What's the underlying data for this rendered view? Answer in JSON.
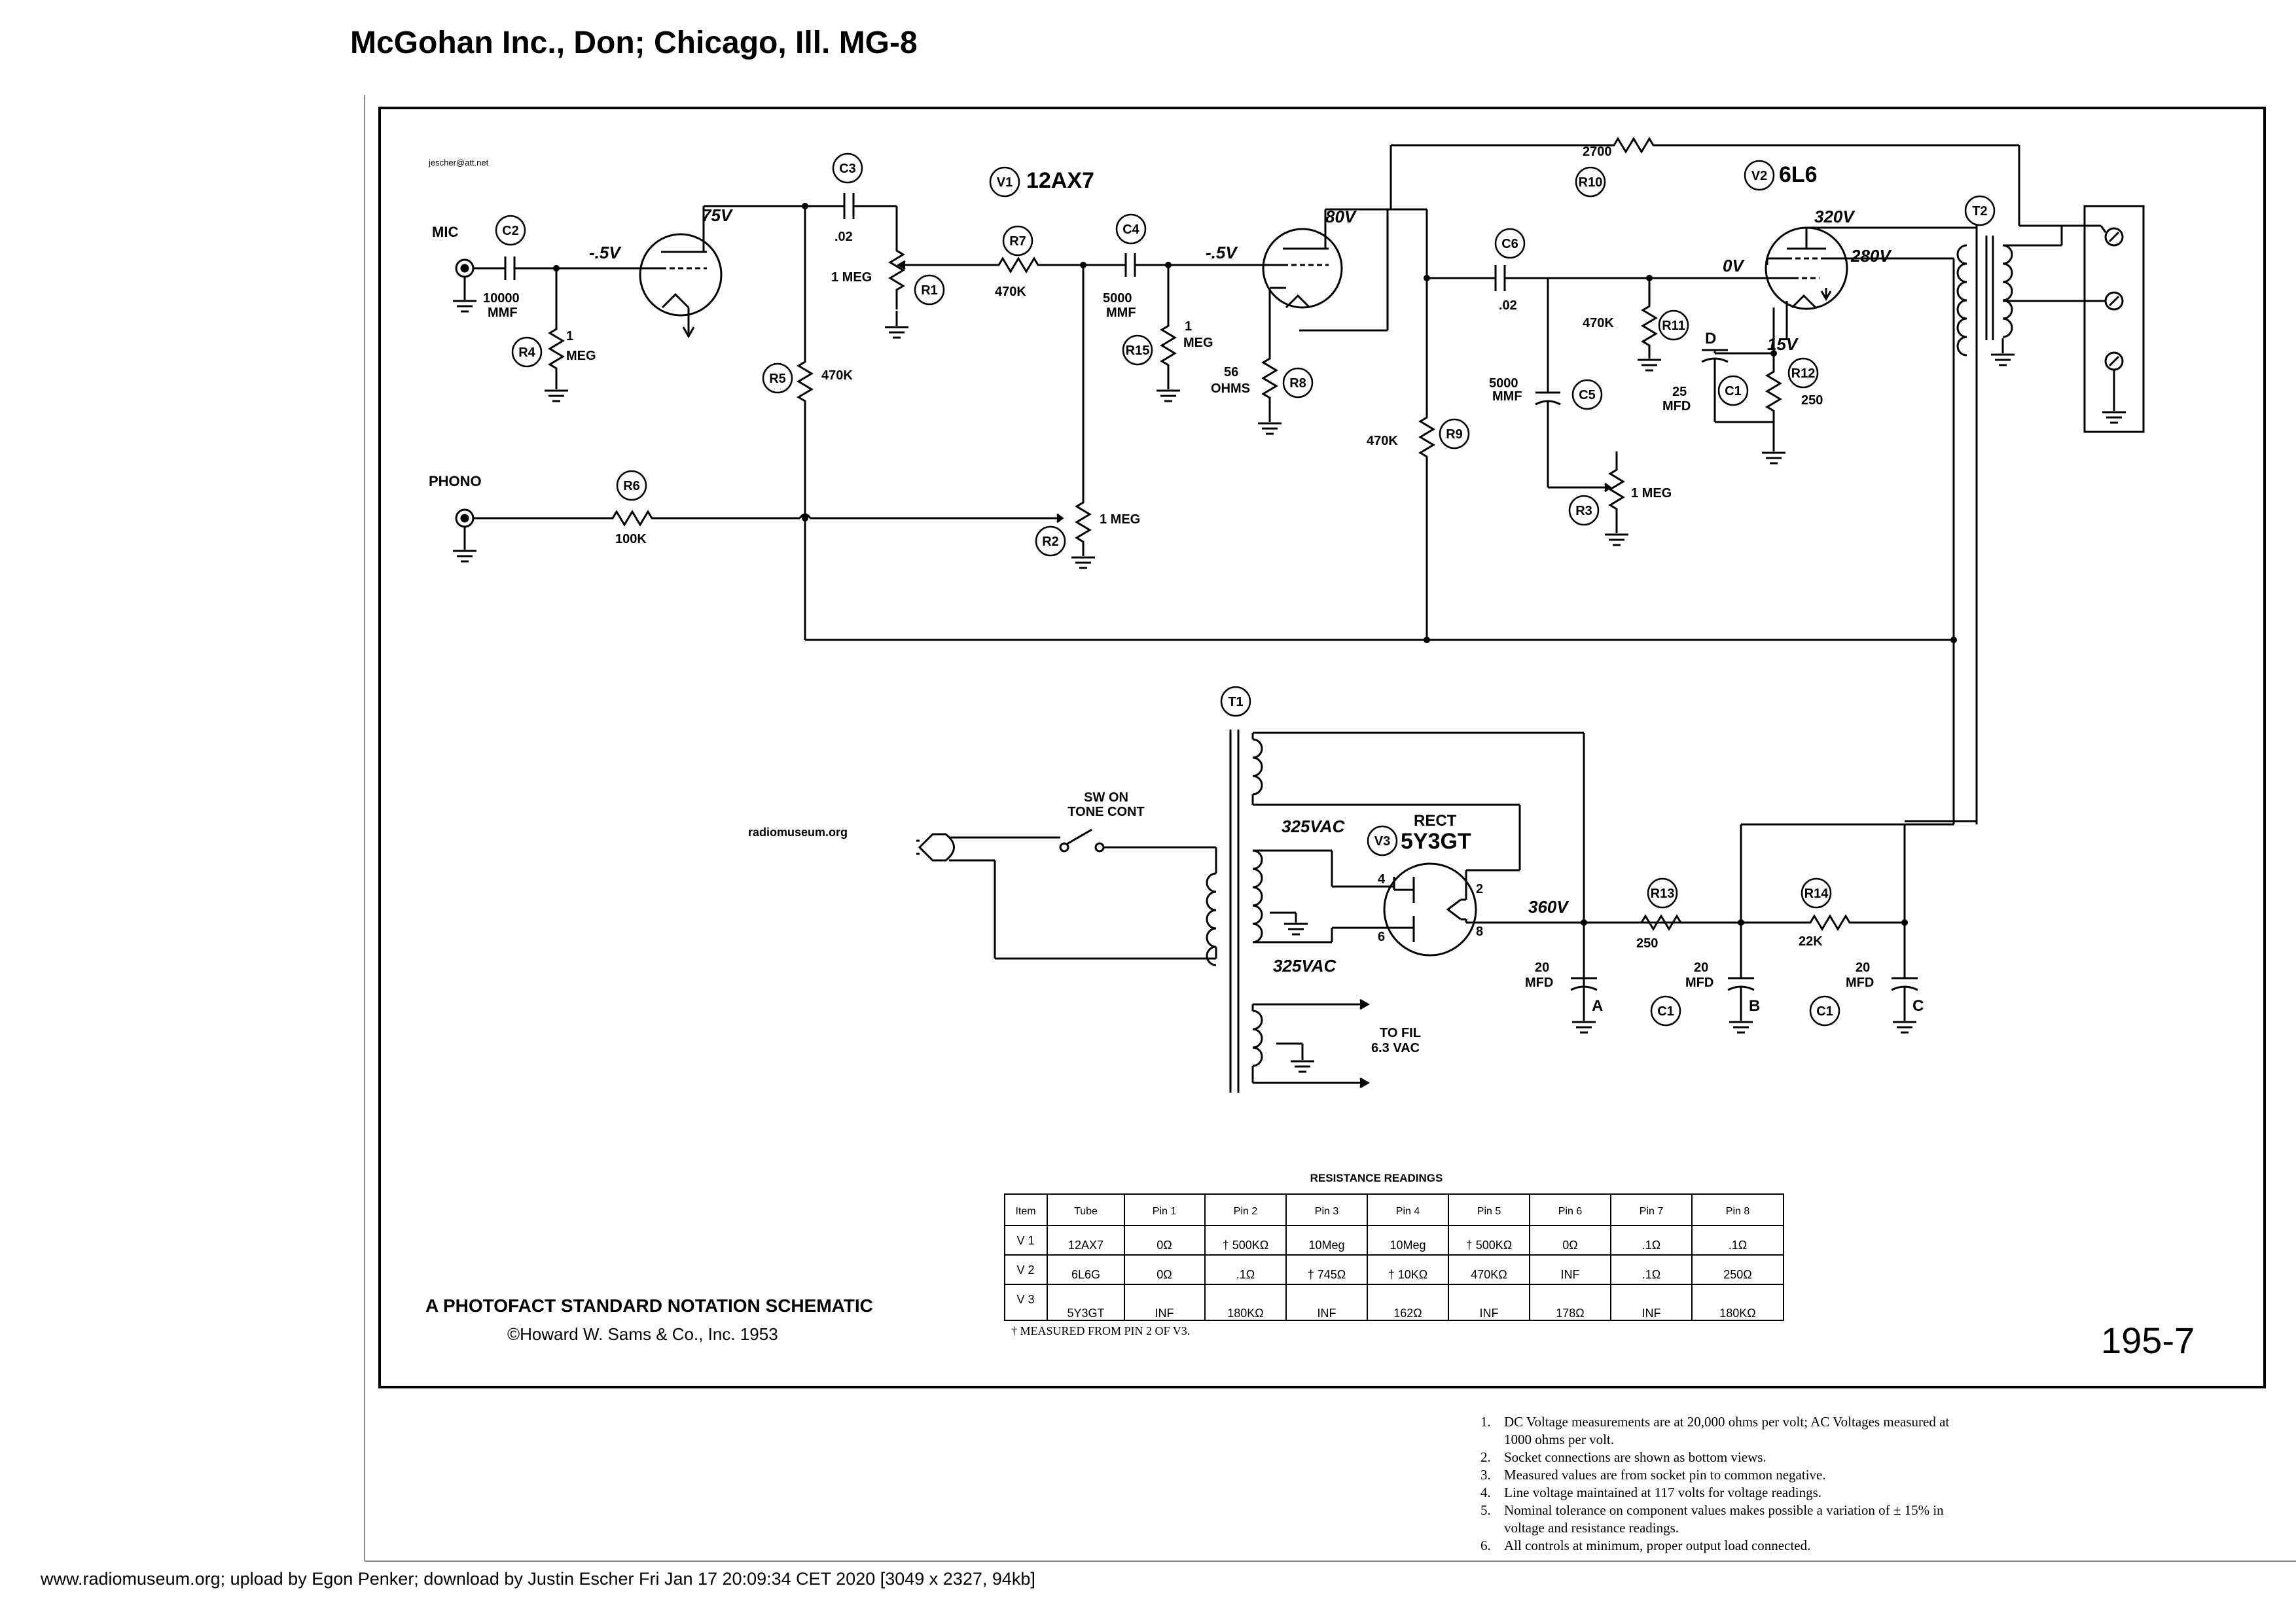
{
  "page": {
    "title": "McGohan Inc., Don; Chicago, Ill. MG-8",
    "footer": "www.radiomuseum.org; upload by Egon Penker; download by Justin Escher Fri Jan 17 20:09:34 CET 2020 [3049 x 2327, 94kb]"
  },
  "watermarks": {
    "email": "jescher@att.net",
    "site": "radiomuseum.org"
  },
  "tubes": {
    "v1": {
      "ref": "V1",
      "type": "12AX7"
    },
    "v2": {
      "ref": "V2",
      "type": "6L6"
    },
    "v3": {
      "ref": "V3",
      "type": "5Y3GT",
      "label": "RECT"
    }
  },
  "transformers": {
    "t1": "T1",
    "t2": "T2"
  },
  "components": {
    "c1": "C1",
    "c2": "C2",
    "c3": "C3",
    "c4": "C4",
    "c5": "C5",
    "c6": "C6",
    "r1": "R1",
    "r2": "R2",
    "r3": "R3",
    "r4": "R4",
    "r5": "R5",
    "r6": "R6",
    "r7": "R7",
    "r8": "R8",
    "r9": "R9",
    "r10": "R10",
    "r11": "R11",
    "r12": "R12",
    "r13": "R13",
    "r14": "R14",
    "r15": "R15"
  },
  "values": {
    "c2": "10000\nMMF",
    "c3": ".02",
    "c4": "5000\nMMF",
    "c5": "5000\nMMF",
    "c6": ".02",
    "r1": "1 MEG",
    "r2": "1 MEG",
    "r3": "1 MEG",
    "r4": "1\nMEG",
    "r5": "470K",
    "r6": "100K",
    "r7": "470K",
    "r8": "56\nOHMS",
    "r9": "470K",
    "r10": "2700",
    "r11": "470K",
    "r12": "250",
    "r13": "250",
    "r14": "22K",
    "r15": "1\nMEG",
    "c1d": "25\nMFD",
    "c1": "20\nMFD"
  },
  "inputs": {
    "mic": "MIC",
    "phono": "PHONO"
  },
  "voltages": {
    "v1a_grid": "-.5V",
    "v1a_plate": "75V",
    "v1b_grid": "-.5V",
    "v1b_plate": "80V",
    "v2_grid": "0V",
    "v2_plate": "320V",
    "v2_screen": "280V",
    "v2_cathode": "15V",
    "b_plus": "360V",
    "hv_ac_top": "325VAC",
    "hv_ac_bottom": "325VAC"
  },
  "section_letters": {
    "a": "A",
    "b": "B",
    "c": "C",
    "d": "D"
  },
  "switch": {
    "label_line1": "SW ON",
    "label_line2": "TONE CONT"
  },
  "filament": {
    "label_line1": "TO FIL",
    "label_line2": "6.3 VAC"
  },
  "rect_pins": {
    "p2": "2",
    "p4": "4",
    "p6": "6",
    "p8": "8"
  },
  "photofact": {
    "line1": "A PHOTOFACT STANDARD NOTATION SCHEMATIC",
    "line2": "©Howard W. Sams & Co., Inc. 1953",
    "number": "195-7"
  },
  "resistance_table": {
    "title": "RESISTANCE READINGS",
    "headers": [
      "Item",
      "Tube",
      "Pin 1",
      "Pin 2",
      "Pin 3",
      "Pin 4",
      "Pin 5",
      "Pin 6",
      "Pin 7",
      "Pin 8"
    ],
    "rows": [
      [
        "V 1",
        "12AX7",
        "0Ω",
        "† 500KΩ",
        "10Meg",
        "10Meg",
        "† 500KΩ",
        "0Ω",
        ".1Ω",
        ".1Ω"
      ],
      [
        "V 2",
        "6L6G",
        "0Ω",
        ".1Ω",
        "† 745Ω",
        "† 10KΩ",
        "470KΩ",
        "INF",
        ".1Ω",
        "250Ω"
      ],
      [
        "V 3",
        "5Y3GT",
        "INF",
        "180KΩ",
        "INF",
        "162Ω",
        "INF",
        "178Ω",
        "INF",
        "180KΩ"
      ]
    ],
    "footnote": "†  MEASURED FROM PIN 2 OF V3."
  },
  "notes": [
    {
      "n": "1.",
      "text": "DC Voltage measurements are at 20,000 ohms per volt; AC Voltages measured at 1000 ohms per volt."
    },
    {
      "n": "2.",
      "text": "Socket connections are shown as bottom views."
    },
    {
      "n": "3.",
      "text": "Measured values are from socket pin to common negative."
    },
    {
      "n": "4.",
      "text": "Line voltage maintained at 117 volts for voltage readings."
    },
    {
      "n": "5.",
      "text": "Nominal tolerance on component values makes possible a variation of ± 15% in voltage and resistance readings."
    },
    {
      "n": "6.",
      "text": "All controls at minimum, proper output load connected."
    }
  ]
}
